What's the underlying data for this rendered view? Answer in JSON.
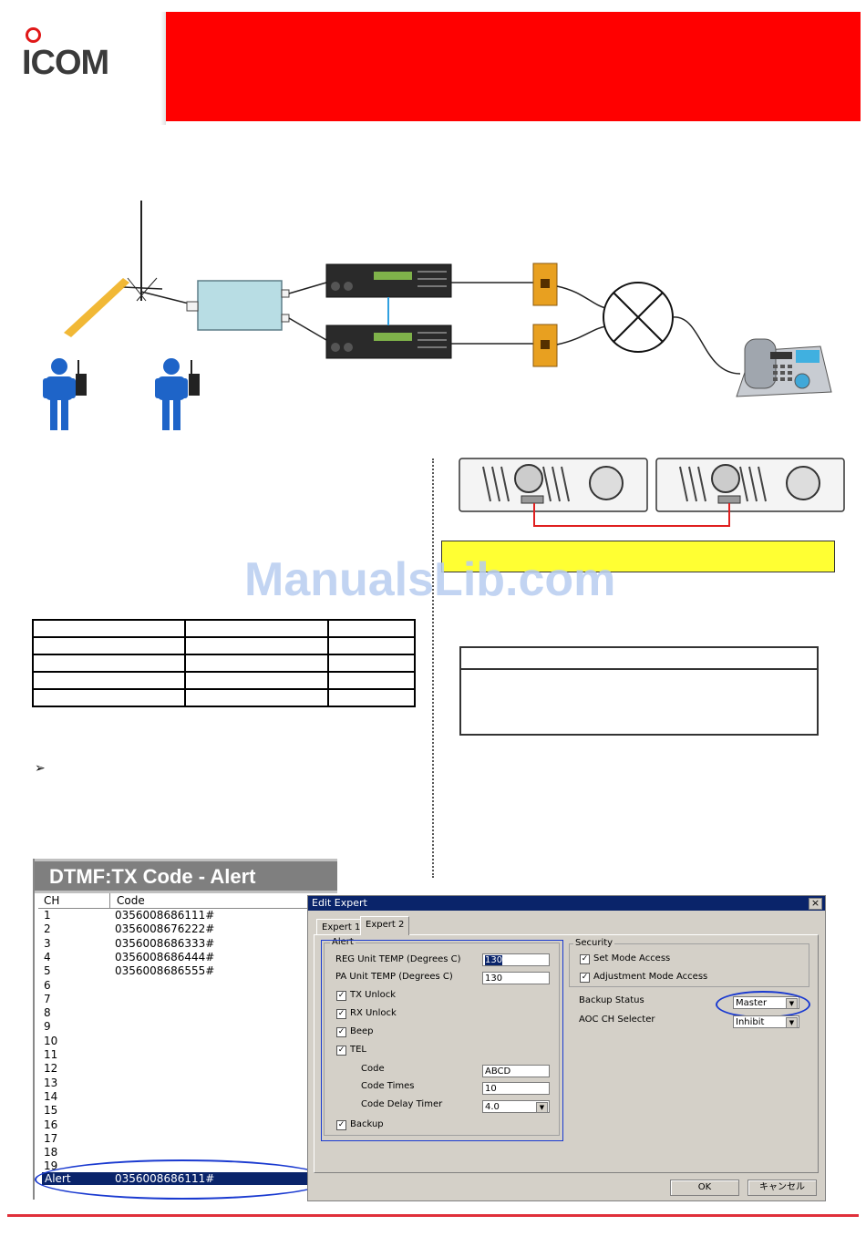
{
  "header": {
    "logo_text": "ICOM",
    "banner_color": "#ff0000"
  },
  "watermark": "ManualsLib.com",
  "bullet_symbol": "➢",
  "dtmf_panel": {
    "title": "DTMF:TX Code - Alert",
    "columns": [
      "CH",
      "Code"
    ],
    "rows": [
      {
        "ch": "1",
        "code": "0356008686111#"
      },
      {
        "ch": "2",
        "code": "0356008676222#"
      },
      {
        "ch": "3",
        "code": "0356008686333#"
      },
      {
        "ch": "4",
        "code": "0356008686444#"
      },
      {
        "ch": "5",
        "code": "0356008686555#"
      },
      {
        "ch": "6",
        "code": ""
      },
      {
        "ch": "7",
        "code": ""
      },
      {
        "ch": "8",
        "code": ""
      },
      {
        "ch": "9",
        "code": ""
      },
      {
        "ch": "10",
        "code": ""
      },
      {
        "ch": "11",
        "code": ""
      },
      {
        "ch": "12",
        "code": ""
      },
      {
        "ch": "13",
        "code": ""
      },
      {
        "ch": "14",
        "code": ""
      },
      {
        "ch": "15",
        "code": ""
      },
      {
        "ch": "16",
        "code": ""
      },
      {
        "ch": "17",
        "code": ""
      },
      {
        "ch": "18",
        "code": ""
      },
      {
        "ch": "19",
        "code": ""
      }
    ],
    "alert_row": {
      "ch": "Alert",
      "code": "0356008686111#"
    }
  },
  "dialog": {
    "title": "Edit Expert",
    "close_glyph": "×",
    "tabs": [
      "Expert 1",
      "Expert 2"
    ],
    "active_tab": "Expert 2",
    "alert_group": {
      "label": "Alert",
      "reg_temp_label": "REG Unit TEMP (Degrees C)",
      "reg_temp_value": "130",
      "pa_temp_label": "PA Unit TEMP (Degrees C)",
      "pa_temp_value": "130",
      "tx_unlock": "TX Unlock",
      "rx_unlock": "RX Unlock",
      "beep": "Beep",
      "tel": "TEL",
      "code_label": "Code",
      "code_value": "ABCD",
      "code_times_label": "Code Times",
      "code_times_value": "10",
      "code_delay_label": "Code Delay Timer",
      "code_delay_value": "4.0",
      "backup": "Backup"
    },
    "security_group": {
      "label": "Security",
      "set_mode": "Set Mode Access",
      "adjust_mode": "Adjustment Mode Access"
    },
    "backup_status_label": "Backup Status",
    "backup_status_value": "Master",
    "aoc_label": "AOC CH Selecter",
    "aoc_value": "Inhibit",
    "ok_label": "OK",
    "cancel_label": "キャンセル"
  },
  "colors": {
    "highlight_oval": "#1a3ad0",
    "yellow_box": "#ffff33",
    "link_cable": "#e02020",
    "pbx_blue": "#30a0e0",
    "equipment_box": "#b8dde4"
  }
}
